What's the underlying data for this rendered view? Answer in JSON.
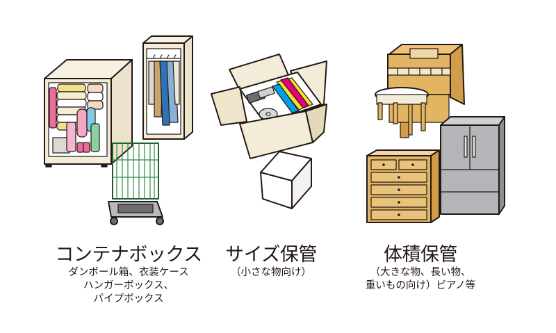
{
  "categories": [
    {
      "title": "コンテナボックス",
      "lines": [
        "ダンボール箱、衣装ケース",
        "ハンガーボックス、",
        "パイプボックス"
      ],
      "icon": "container-storage-illustration"
    },
    {
      "title": "サイズ保管",
      "lines": [
        "（小さな物向け）"
      ],
      "icon": "size-storage-illustration"
    },
    {
      "title": "体積保管",
      "lines": [
        "（大きな物、長い物、",
        "重いもの向け）ピアノ等"
      ],
      "icon": "volume-storage-illustration"
    }
  ],
  "colors": {
    "outline": "#231815",
    "cardboard": "#f3ecd8",
    "wood": "#e2b562",
    "roll_cart": "#2f8a45",
    "fridge": "#a7a9ac"
  }
}
